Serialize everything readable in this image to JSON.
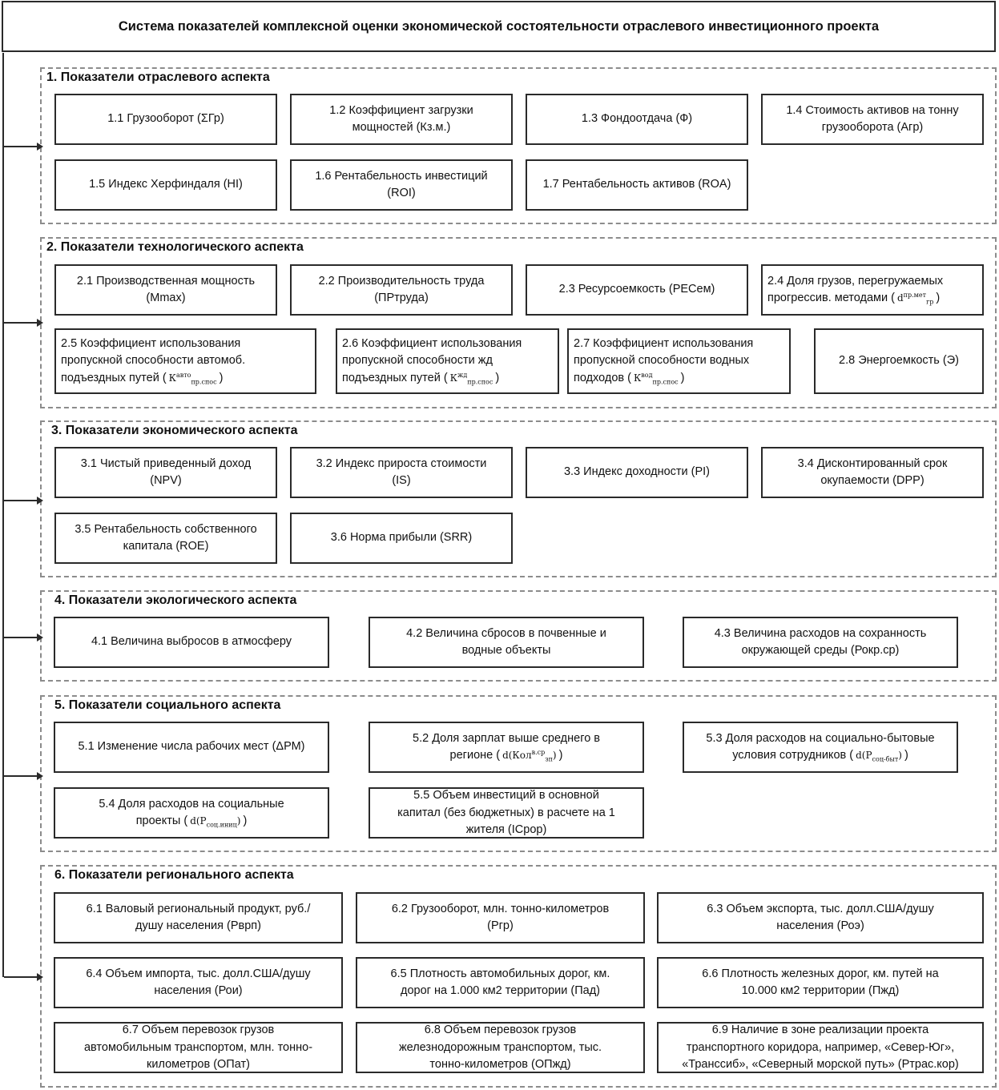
{
  "title": "Система показателей комплексной оценки экономической состоятельности отраслевого инвестиционного проекта",
  "sections": [
    {
      "title": "1. Показатели отраслевого аспекта",
      "items": [
        {
          "lines": [
            "1.1 Грузооборот (ΣГр)"
          ]
        },
        {
          "lines": [
            "1.2 Коэффициент загрузки",
            "мощностей (Кз.м.)"
          ]
        },
        {
          "lines": [
            "1.3 Фондоотдача (Ф)"
          ]
        },
        {
          "lines": [
            "1.4 Стоимость активов на тонну",
            "грузооборота (Агр)"
          ]
        },
        {
          "lines": [
            "1.5 Индекс Херфиндаля (HI)"
          ]
        },
        {
          "lines": [
            "1.6 Рентабельность инвестиций",
            "(ROI)"
          ]
        },
        {
          "lines": [
            "1.7 Рентабельность активов (ROA)"
          ]
        }
      ]
    },
    {
      "title": "2. Показатели технологического аспекта",
      "items": [
        {
          "lines": [
            "2.1 Производственная мощность",
            "(Mmax)"
          ]
        },
        {
          "lines": [
            "2.2 Производительность труда",
            "(ПРтруда)"
          ]
        },
        {
          "lines": [
            "2.3 Ресурсоемкость (РЕСем)"
          ]
        },
        {
          "lines": [
            "2.4 Доля грузов, перегружаемых",
            "прогрессив. методами ("
          ],
          "symbol": {
            "base": "d",
            "sub": "гр",
            "sup": "пр.мет"
          },
          "tail": ")"
        },
        {
          "lines": [
            "2.5 Коэффициент использования",
            "пропускной способности автомоб.",
            "подъездных путей ("
          ],
          "symbol": {
            "base": "К",
            "sub": "пр.спос",
            "sup": "авто"
          },
          "tail": ")"
        },
        {
          "lines": [
            "2.6 Коэффициент использования",
            "пропускной способности жд",
            "подъездных путей ("
          ],
          "symbol": {
            "base": "К",
            "sub": "пр.спос",
            "sup": "жд"
          },
          "tail": ")"
        },
        {
          "lines": [
            "2.7 Коэффициент использования",
            "пропускной способности водных",
            "подходов ("
          ],
          "symbol": {
            "base": "К",
            "sub": "пр.спос",
            "sup": "вод"
          },
          "tail": ")"
        },
        {
          "lines": [
            "2.8 Энергоемкость (Э)"
          ]
        }
      ]
    },
    {
      "title": "3. Показатели экономического аспекта",
      "items": [
        {
          "lines": [
            "3.1 Чистый приведенный доход",
            "(NPV)"
          ]
        },
        {
          "lines": [
            "3.2 Индекс прироста стоимости",
            "(IS)"
          ]
        },
        {
          "lines": [
            "3.3 Индекс доходности (PI)"
          ]
        },
        {
          "lines": [
            "3.4 Дисконтированный срок",
            "окупаемости (DPP)"
          ]
        },
        {
          "lines": [
            "3.5 Рентабельность собственного",
            "капитала (ROE)"
          ]
        },
        {
          "lines": [
            "3.6 Норма прибыли (SRR)"
          ]
        }
      ]
    },
    {
      "title": "4. Показатели экологического аспекта",
      "items": [
        {
          "lines": [
            "4.1 Величина выбросов в атмосферу"
          ]
        },
        {
          "lines": [
            "4.2 Величина сбросов в почвенные и",
            "водные объекты"
          ]
        },
        {
          "lines": [
            "4.3 Величина расходов на сохранность",
            "окружающей среды (Рокр.ср)"
          ]
        }
      ]
    },
    {
      "title": "5. Показатели социального аспекта",
      "items": [
        {
          "lines": [
            "5.1 Изменение числа рабочих мест (ΔРМ)"
          ]
        },
        {
          "lines": [
            "5.2 Доля зарплат выше среднего в",
            "регионе ("
          ],
          "symbol": {
            "base": "d(Кол",
            "sub": "зп",
            "sup": "в.ср",
            "close": ")"
          },
          "tail": ")"
        },
        {
          "lines": [
            "5.3 Доля расходов на социально-бытовые",
            "условия сотрудников ("
          ],
          "symbol": {
            "base": "d(Р",
            "sub": "соц-быт",
            "sup": "",
            "close": ")"
          },
          "tail": ")"
        },
        {
          "lines": [
            "5.4 Доля расходов на социальные",
            "проекты ("
          ],
          "symbol": {
            "base": "d(Р",
            "sub": "соц.иниц",
            "sup": "",
            "close": ")"
          },
          "tail": ")"
        },
        {
          "lines": [
            "5.5 Объем инвестиций в основной",
            "капитал (без бюджетных) в расчете на 1",
            "жителя (ICpop)"
          ]
        }
      ]
    },
    {
      "title": "6. Показатели регионального аспекта",
      "items": [
        {
          "lines": [
            "6.1 Валовый региональный продукт, руб./",
            "душу населения (Рврп)"
          ]
        },
        {
          "lines": [
            "6.2 Грузооборот, млн. тонно-километров",
            "(Ргр)"
          ]
        },
        {
          "lines": [
            "6.3 Объем экспорта, тыс. долл.США/душу",
            "населения (Роэ)"
          ]
        },
        {
          "lines": [
            "6.4 Объем импорта, тыс. долл.США/душу",
            "населения (Рои)"
          ]
        },
        {
          "lines": [
            "6.5 Плотность автомобильных дорог, км.",
            "дорог на 1.000 км2 территории (Пад)"
          ]
        },
        {
          "lines": [
            "6.6 Плотность железных дорог, км. путей на",
            "10.000 км2 территории (Пжд)"
          ]
        },
        {
          "lines": [
            "6.7 Объем перевозок грузов",
            "автомобильным транспортом, млн. тонно-",
            "километров (ОПат)"
          ]
        },
        {
          "lines": [
            "6.8 Объем перевозок грузов",
            "железнодорожным транспортом, тыс.",
            "тонно-километров (ОПжд)"
          ]
        },
        {
          "lines": [
            "6.9 Наличие в зоне реализации проекта",
            "транспортного коридора, например, «Север-Юг»,",
            "«Транссиб», «Северный морской путь» (Ртрас.кор)"
          ]
        }
      ]
    }
  ]
}
